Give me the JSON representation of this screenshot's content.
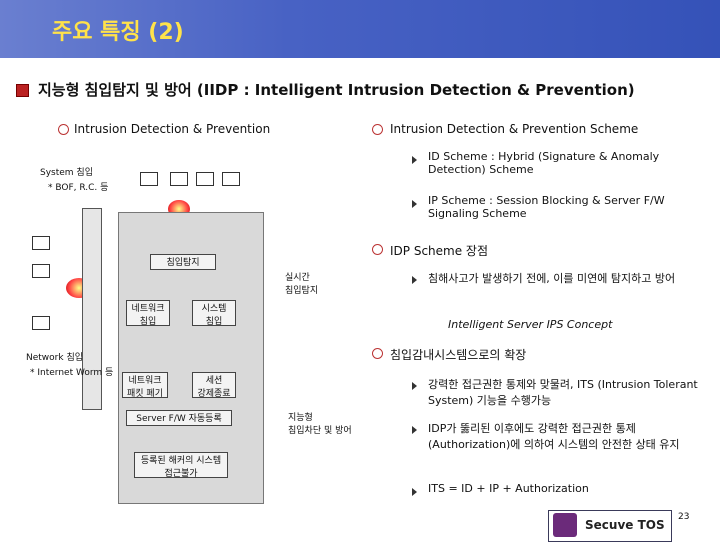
{
  "title": "주요 특징 (2)",
  "headline": "지능형 침입탐지 및 방어 (IIDP : Intelligent Intrusion Detection & Prevention)",
  "left": {
    "heading": "Intrusion Detection & Prevention",
    "system_attack": "System 침입",
    "system_attack_note": "* BOF, R.C. 등",
    "network_attack": "Network 침입",
    "network_attack_note": "* Internet Worm 등",
    "detect_box": "침입탐지",
    "realtime_label": "실시간\n침입탐지",
    "network_intrusion_box": "네트워크\n침입",
    "system_intrusion_box": "시스템\n침입",
    "network_packet_box": "네트워크\n패킷 폐기",
    "session_kill_box": "세션\n강제종료",
    "firewall_box": "Server F/W 자동등록",
    "hacker_box": "등록된 해커의 시스템\n접근불가",
    "intelligent_label": "지능형\n침입차단 및 방어"
  },
  "right": {
    "heading": "Intrusion Detection & Prevention Scheme",
    "items": [
      "ID Scheme : Hybrid (Signature & Anomaly Detection) Scheme",
      "IP Scheme : Session Blocking & Server F/W Signaling Scheme"
    ],
    "idp_heading": "IDP Scheme 장점",
    "idp_items": [
      "침해사고가 발생하기 전에, 이를 미연에 탐지하고 방어"
    ],
    "ips_concept": "Intelligent Server IPS Concept",
    "expand_heading": "침입감내시스템으로의 확장",
    "expand_items": [
      "강력한 접근권한 통제와 맞물려, ITS (Intrusion Tolerant System) 기능을 수행가능",
      "IDP가 뚫리된 이후에도 강력한 접근권한 통제(Authorization)에 의하여 시스템의 안전한 상태 유지",
      "ITS = ID + IP + Authorization"
    ]
  },
  "footer": {
    "brand": "Secuve TOS",
    "page": "23"
  }
}
